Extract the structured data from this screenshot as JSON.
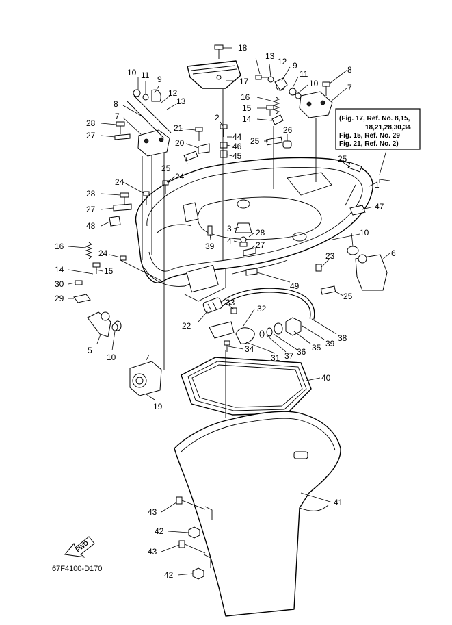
{
  "diagram_code": "67F4100-D170",
  "fwd_label": "FWD",
  "reference_note": [
    "(Fig. 17, Ref. No. 8,15,",
    "18,21,28,30,34",
    "Fig. 15, Ref. No. 29",
    "Fig. 21, Ref. No. 2)"
  ],
  "callouts": {
    "c1": "1",
    "c2": "2",
    "c3": "3",
    "c4": "4",
    "c5": "5",
    "c6": "6",
    "c7a": "7",
    "c7b": "7",
    "c8a": "8",
    "c8b": "8",
    "c9a": "9",
    "c9b": "9",
    "c10a": "10",
    "c10b": "10",
    "c10c": "10",
    "c10d": "10",
    "c11a": "11",
    "c11b": "11",
    "c12a": "12",
    "c12b": "12",
    "c13a": "13",
    "c13b": "13",
    "c14a": "14",
    "c14b": "14",
    "c15a": "15",
    "c15b": "15",
    "c16a": "16",
    "c16b": "16",
    "c17": "17",
    "c18": "18",
    "c19": "19",
    "c20": "20",
    "c21": "21",
    "c22": "22",
    "c23": "23",
    "c24a": "24",
    "c24b": "24",
    "c24c": "24",
    "c25a": "25",
    "c25b": "25",
    "c25c": "25",
    "c25d": "25",
    "c26": "26",
    "c27a": "27",
    "c27b": "27",
    "c27c": "27",
    "c28a": "28",
    "c28b": "28",
    "c28c": "28",
    "c29": "29",
    "c30": "30",
    "c31": "31",
    "c32": "32",
    "c33": "33",
    "c34": "34",
    "c35": "35",
    "c36": "36",
    "c37": "37",
    "c38": "38",
    "c39a": "39",
    "c39b": "39",
    "c40": "40",
    "c41": "41",
    "c42a": "42",
    "c42b": "42",
    "c43a": "43",
    "c43b": "43",
    "c44": "44",
    "c45": "45",
    "c46": "46",
    "c47": "47",
    "c48": "48",
    "c49": "49"
  }
}
